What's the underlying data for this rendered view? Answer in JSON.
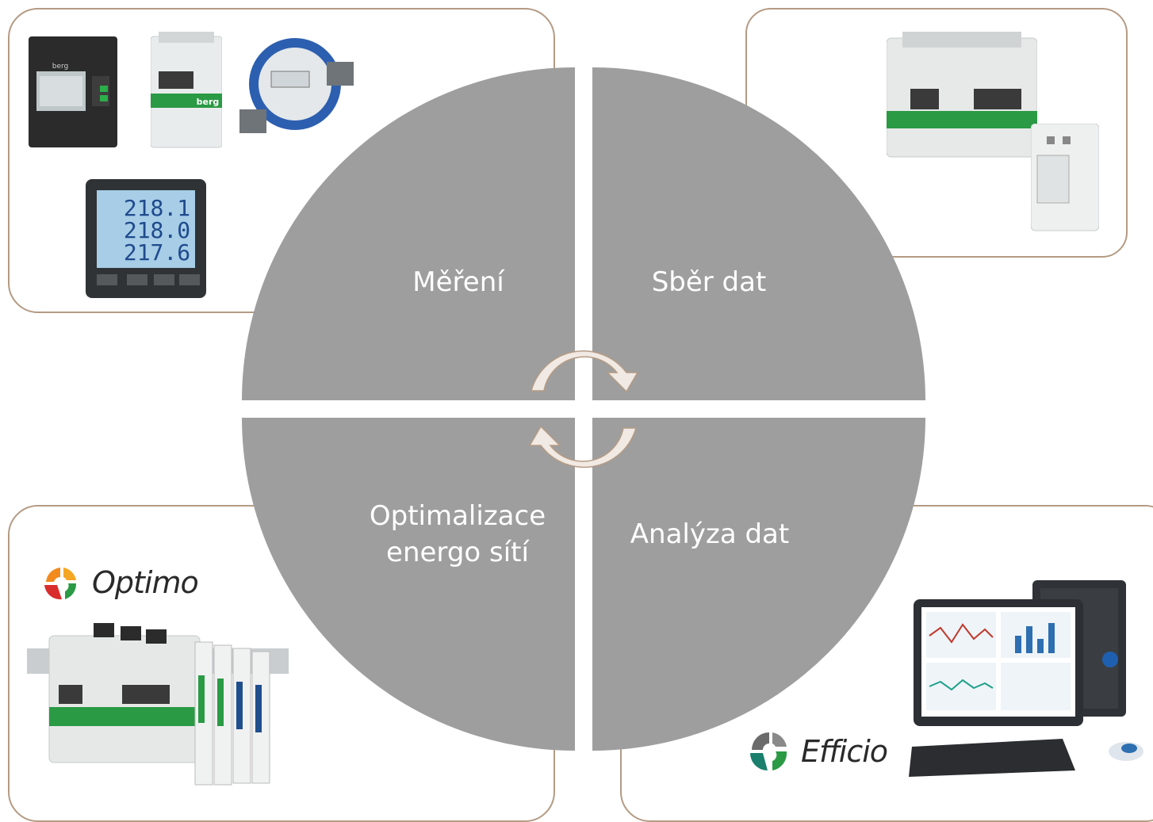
{
  "colors": {
    "quadrant": "#9e9e9e",
    "frame_border": "#b49b84",
    "arrow_fill": "#f1e9e3",
    "logo_red": "#d92d2d",
    "logo_orange": "#f28a1e",
    "logo_green": "#2b9a45",
    "logo_teal": "#1a7f6c"
  },
  "quadrants": {
    "measurement": {
      "label": "Měření"
    },
    "data_collection": {
      "label": "Sběr dat"
    },
    "analysis": {
      "label": "Analýza dat"
    },
    "optimization": {
      "line1": "Optimalizace",
      "line2": "energo sítí"
    }
  },
  "logos": {
    "optimo": {
      "name": "Optimo"
    },
    "efficio": {
      "name": "Efficio"
    }
  },
  "device_labels": {
    "energy_meter_brand": "berg",
    "display_values": [
      "218.1",
      "218.0",
      "217.6"
    ],
    "module_brand": "berg"
  }
}
